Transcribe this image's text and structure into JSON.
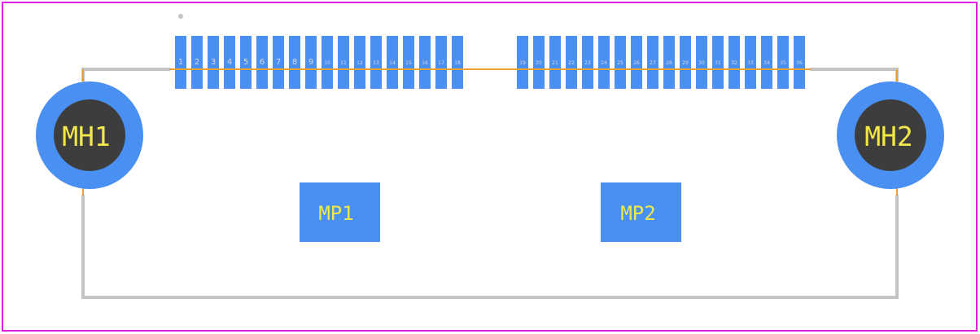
{
  "colors": {
    "board_outline": "#e020e0",
    "pad": "#4a8ff2",
    "mounting_ring": "#4a8ff2",
    "mounting_hole": "#3d3d3d",
    "silkscreen": "#c4c4c4",
    "courtyard_line": "#f0a030",
    "pad_text": "#e8e8e8",
    "designator_text": "#f2e84a"
  },
  "pins_row1": [
    "1",
    "2",
    "3",
    "4",
    "5",
    "6",
    "7",
    "8",
    "9",
    "10",
    "11",
    "12",
    "13",
    "14",
    "15",
    "16",
    "17",
    "18"
  ],
  "pins_row2": [
    "19",
    "20",
    "21",
    "22",
    "23",
    "24",
    "25",
    "26",
    "27",
    "28",
    "29",
    "30",
    "31",
    "32",
    "33",
    "34",
    "35",
    "36"
  ],
  "mounting_holes": [
    {
      "label": "MH1"
    },
    {
      "label": "MH2"
    }
  ],
  "mechanical_pads": [
    {
      "label": "MP1"
    },
    {
      "label": "MP2"
    }
  ]
}
